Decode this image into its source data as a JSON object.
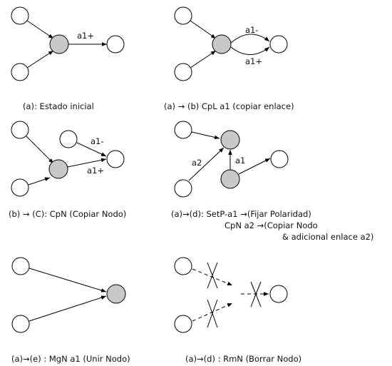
{
  "colors": {
    "node_plain": "#ffffff",
    "node_highlight": "#c8c8c8",
    "stroke": "#000000"
  },
  "panels": {
    "a": {
      "edge_label": "a1+",
      "caption": "(a): Estado inicial"
    },
    "b": {
      "edge_label_top": "a1-",
      "edge_label_bottom": "a1+",
      "caption": "(a) → (b)  CpL a1   (copiar enlace)"
    },
    "c": {
      "edge_label_top": "a1-",
      "edge_label_bottom": "a1+",
      "caption": "(b) → (C): CpN (Copiar Nodo)"
    },
    "d": {
      "edge_label_a2": "a2",
      "edge_label_a1": "a1",
      "caption_line1": "(a)→(d): SetP-a1 →(Fijar Polaridad)",
      "caption_line2": "CpN a2 →(Copiar Nodo",
      "caption_line3": "& adicional enlace a2)"
    },
    "e": {
      "caption": "(a)→(e) : MgN a1   (Unir Nodo)"
    },
    "f": {
      "caption": "(a)→(d) : RmN (Borrar Nodo)"
    }
  }
}
